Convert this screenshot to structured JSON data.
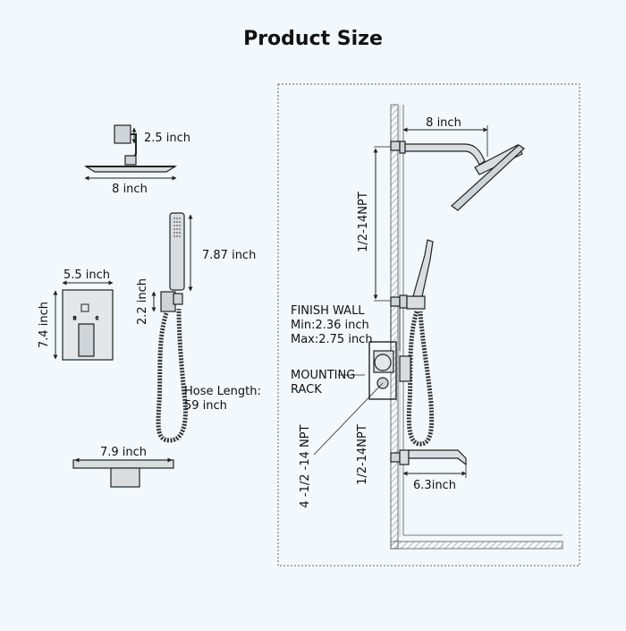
{
  "title": "Product Size",
  "colors": {
    "background": "#f2f8fc",
    "line": "#222222",
    "metal": "#d9dde0",
    "hatch": "#9aa0a4"
  },
  "labels": {
    "shower_arm_height": "2.5 inch",
    "shower_head_width": "8 inch",
    "handheld_length": "7.87 inch",
    "holder_height": "2.2 inch",
    "hose_length": "Hose Length:",
    "hose_length_value": "59 inch",
    "valve_width": "5.5 inch",
    "valve_height": "7.4 inch",
    "spout_width": "7.9 inch",
    "arm_reach": "8 inch",
    "head_npt": "1/2-14NPT",
    "finish_wall": "FINISH WALL",
    "finish_min": "Min:2.36 inch",
    "finish_max": "Max:2.75 inch",
    "mounting": "MOUNTING",
    "rack": "RACK",
    "valve_npt": "4 -1/2 -14 NPT",
    "spout_npt": "1/2-14NPT",
    "spout_reach": "6.3inch"
  }
}
